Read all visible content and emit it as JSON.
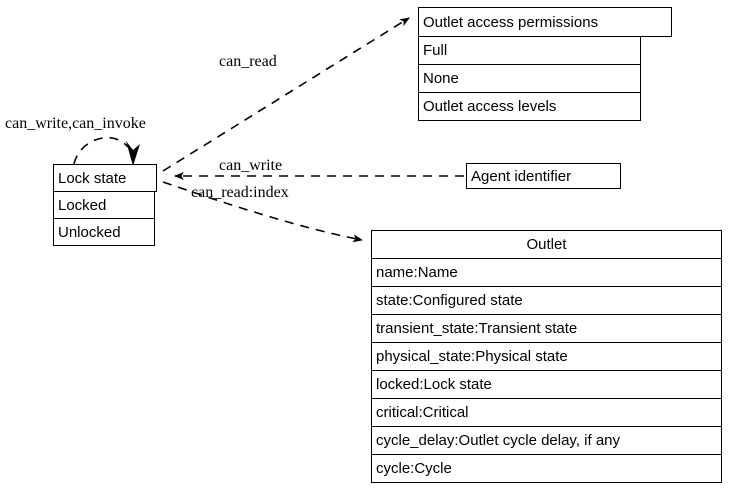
{
  "diagram": {
    "type": "uml-class-record-diagram",
    "background_color": "#ffffff",
    "line_color": "#000000",
    "text_color": "#000000",
    "edge_style": "dashed-with-arrowhead",
    "nodes": [
      {
        "id": "outlet_access_permissions",
        "title": "Outlet access permissions",
        "rows": [
          "Full",
          "None",
          "Outlet access levels"
        ]
      },
      {
        "id": "lock_state",
        "title": "Lock state",
        "rows": [
          "Locked",
          "Unlocked"
        ]
      },
      {
        "id": "agent_identifier",
        "title": "Agent identifier",
        "rows": []
      },
      {
        "id": "outlet",
        "title": "Outlet",
        "rows": [
          "name:Name",
          "state:Configured state",
          "transient_state:Transient state",
          "physical_state:Physical state",
          "locked:Lock state",
          "critical:Critical",
          "cycle_delay:Outlet cycle delay, if any",
          "cycle:Cycle"
        ]
      }
    ],
    "edges": [
      {
        "id": "e_can_read",
        "label": "can_read",
        "from": "lock_state",
        "to": "outlet_access_permissions"
      },
      {
        "id": "e_can_write_invoke",
        "label": "can_write,can_invoke",
        "from": "lock_state",
        "to": "lock_state"
      },
      {
        "id": "e_can_write",
        "label": "can_write",
        "from": "agent_identifier",
        "to": "lock_state"
      },
      {
        "id": "e_can_read_index",
        "label": "can_read:index",
        "from": "lock_state",
        "to": "outlet"
      }
    ]
  }
}
